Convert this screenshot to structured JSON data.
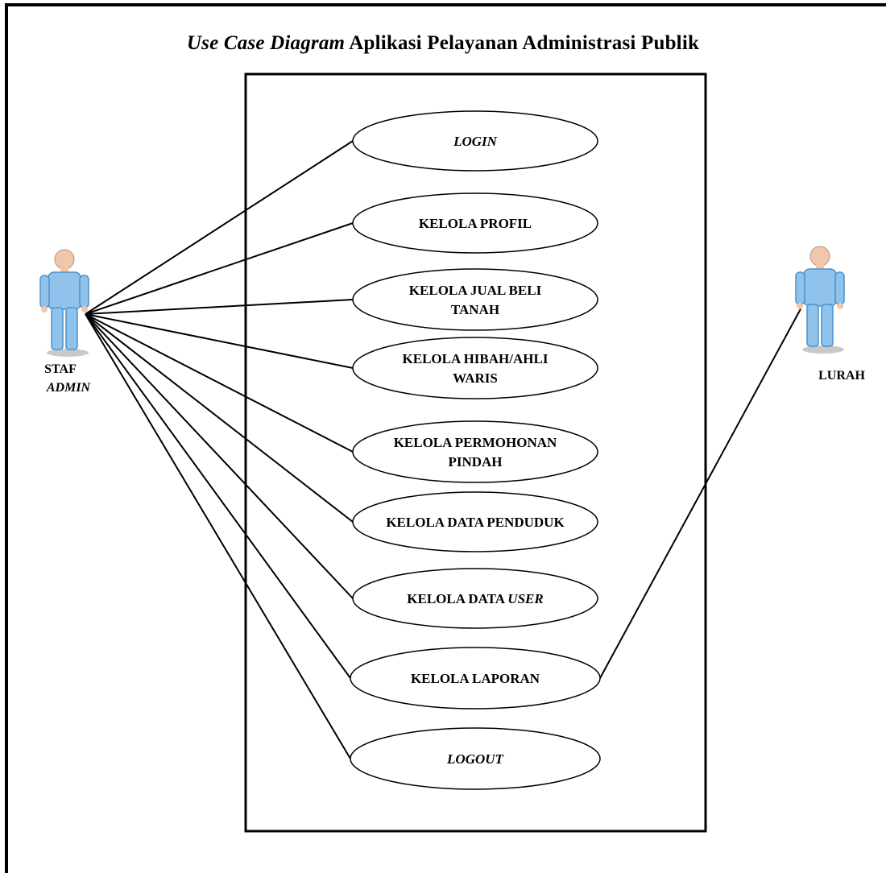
{
  "title": {
    "italic_part": "Use Case Diagram",
    "rest": "Aplikasi Pelayanan Administrasi Publik"
  },
  "actors": {
    "left": {
      "line1": "STAF",
      "line2": "ADMIN"
    },
    "right": {
      "line1": "LURAH"
    }
  },
  "use_cases": [
    {
      "lines": [
        {
          "text": "LOGIN",
          "italic": true
        }
      ]
    },
    {
      "lines": [
        {
          "text": "KELOLA PROFIL"
        }
      ]
    },
    {
      "lines": [
        {
          "text": "KELOLA JUAL BELI"
        },
        {
          "text": "TANAH"
        }
      ]
    },
    {
      "lines": [
        {
          "text": "KELOLA HIBAH/AHLI"
        },
        {
          "text": "WARIS"
        }
      ]
    },
    {
      "lines": [
        {
          "text": "KELOLA PERMOHONAN"
        },
        {
          "text": "PINDAH"
        }
      ]
    },
    {
      "lines": [
        {
          "text": "KELOLA DATA PENDUDUK"
        }
      ]
    },
    {
      "lines": [
        {
          "text": "KELOLA DATA ",
          "suffix_italic": "USER"
        }
      ]
    },
    {
      "lines": [
        {
          "text": "KELOLA LAPORAN"
        }
      ]
    },
    {
      "lines": [
        {
          "text": "LOGOUT",
          "italic": true
        }
      ]
    }
  ],
  "associations": {
    "left_actor_to": [
      0,
      1,
      2,
      3,
      4,
      5,
      6,
      7,
      8
    ],
    "right_actor_to": [
      7
    ]
  },
  "colors": {
    "actor_skin": "#f2c6a8",
    "actor_body": "#8fc3ec",
    "actor_body_dark": "#4f90c9",
    "line": "#000000"
  }
}
